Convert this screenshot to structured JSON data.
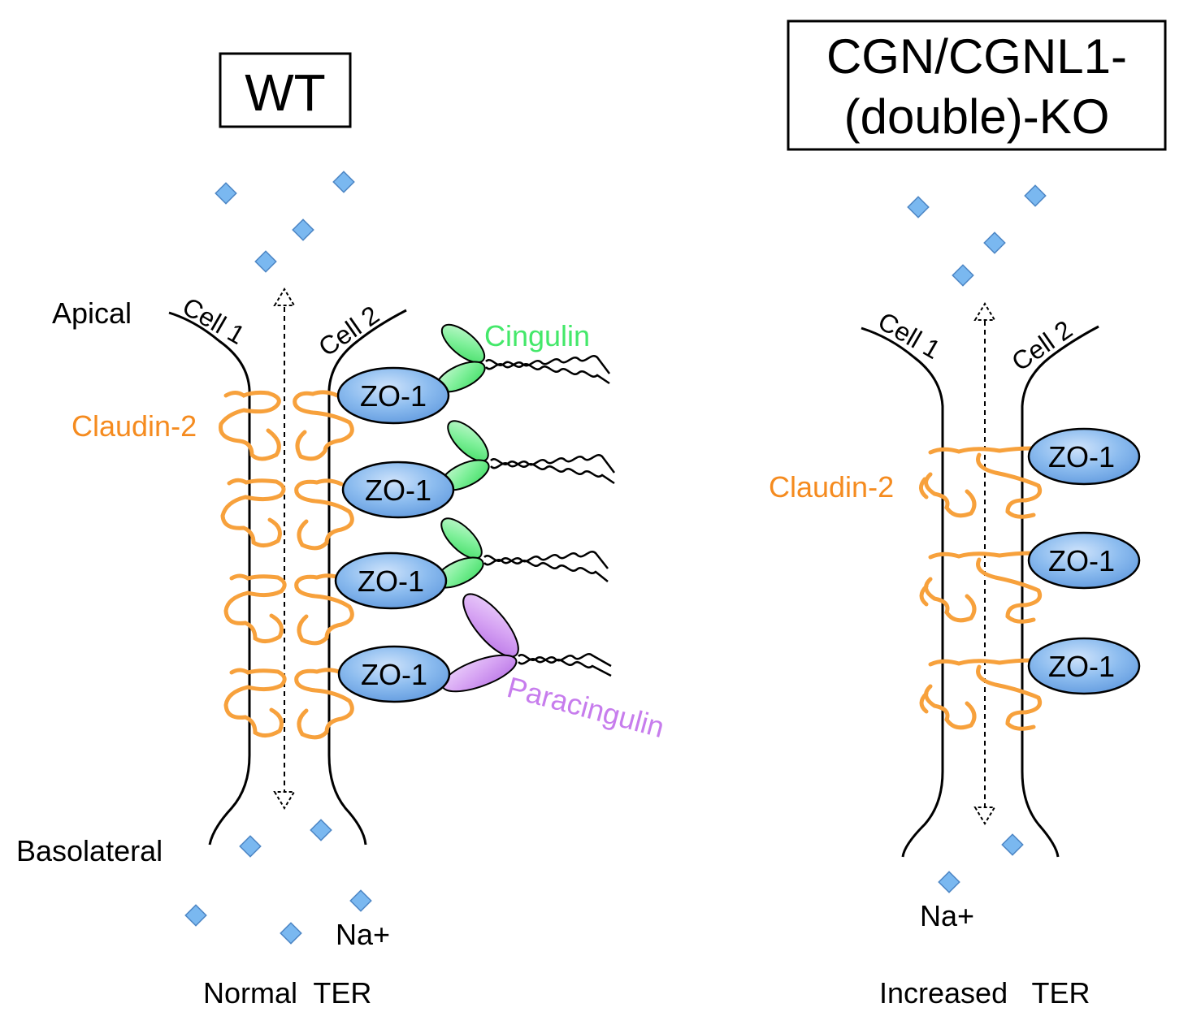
{
  "panels": {
    "wt": {
      "title": "WT",
      "apical_label": "Apical",
      "basolateral_label": "Basolateral",
      "cell1_label": "Cell 1",
      "cell2_label": "Cell 2",
      "claudin_label": "Claudin-2",
      "cingulin_label": "Cingulin",
      "paracingulin_label": "Paracingulin",
      "zo1_labels": [
        "ZO-1",
        "ZO-1",
        "ZO-1",
        "ZO-1"
      ],
      "ion_label": "Na+",
      "ter_label": "Normal  TER"
    },
    "ko": {
      "title_line1": "CGN/CGNL1-",
      "title_line2": "(double)-KO",
      "cell1_label": "Cell 1",
      "cell2_label": "Cell 2",
      "claudin_label": "Claudin-2",
      "zo1_labels": [
        "ZO-1",
        "ZO-1",
        "ZO-1"
      ],
      "ion_label": "Na+",
      "ter_label": "Increased   TER"
    }
  },
  "colors": {
    "claudin": "#f7a13c",
    "claudin_text": "#f58b1f",
    "cingulin": "#44e86a",
    "paracingulin": "#c77ded",
    "zo1_fill": "#6fa8e8",
    "ion": "#7ab8f0"
  }
}
